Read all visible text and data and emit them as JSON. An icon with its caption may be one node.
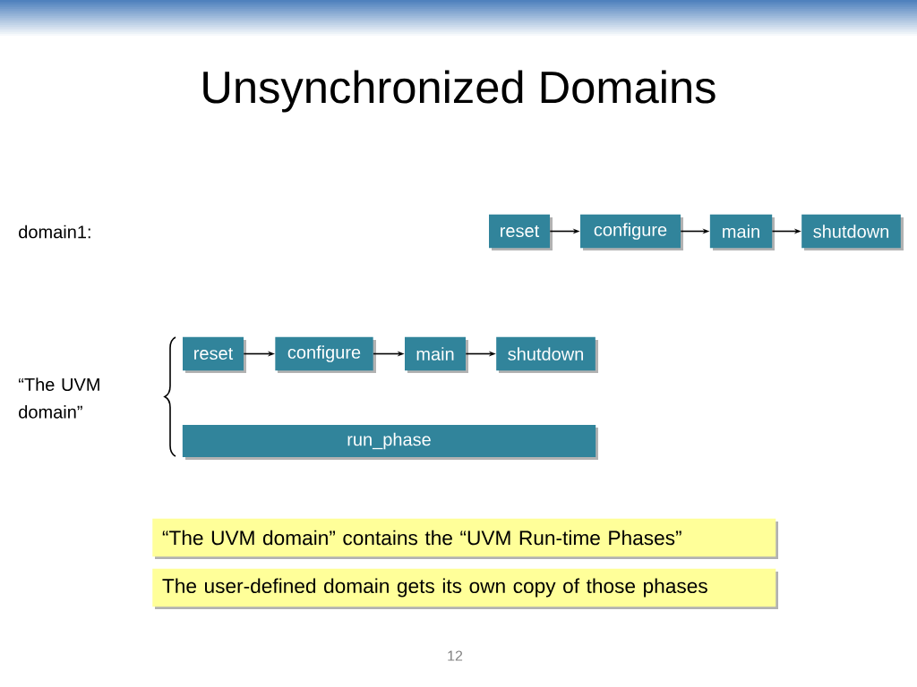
{
  "diagram": {
    "title": "Unsynchronized Domains",
    "nodes": [
      {
        "text": [
          "reset"
        ]
      },
      {
        "text": [
          "configure"
        ]
      },
      {
        "text": [
          "main"
        ]
      },
      {
        "text": [
          "shutdown"
        ]
      },
      {
        "text": [
          "reset"
        ]
      },
      {
        "text": [
          "configure"
        ]
      },
      {
        "text": [
          "main"
        ]
      },
      {
        "text": [
          "shutdown"
        ]
      },
      {
        "text": [
          "run_phase"
        ]
      },
      {
        "text": [
          "“The UVM domain” contains the “UVM Run-time Phases”"
        ]
      },
      {
        "text": [
          "The user-defined domain gets its own copy of those phases"
        ]
      }
    ],
    "edges": [
      {
        "from": 0,
        "to": 1,
        "arrow": "to"
      },
      {
        "from": 1,
        "to": 2,
        "arrow": "to"
      },
      {
        "from": 2,
        "to": 3,
        "arrow": "to"
      },
      {
        "from": 4,
        "to": 5,
        "arrow": "to"
      },
      {
        "from": 5,
        "to": 6,
        "arrow": "to"
      },
      {
        "from": 6,
        "to": 7,
        "arrow": "to"
      }
    ],
    "labels": [
      "domain1:",
      "“The UVM domain”",
      "12"
    ]
  }
}
